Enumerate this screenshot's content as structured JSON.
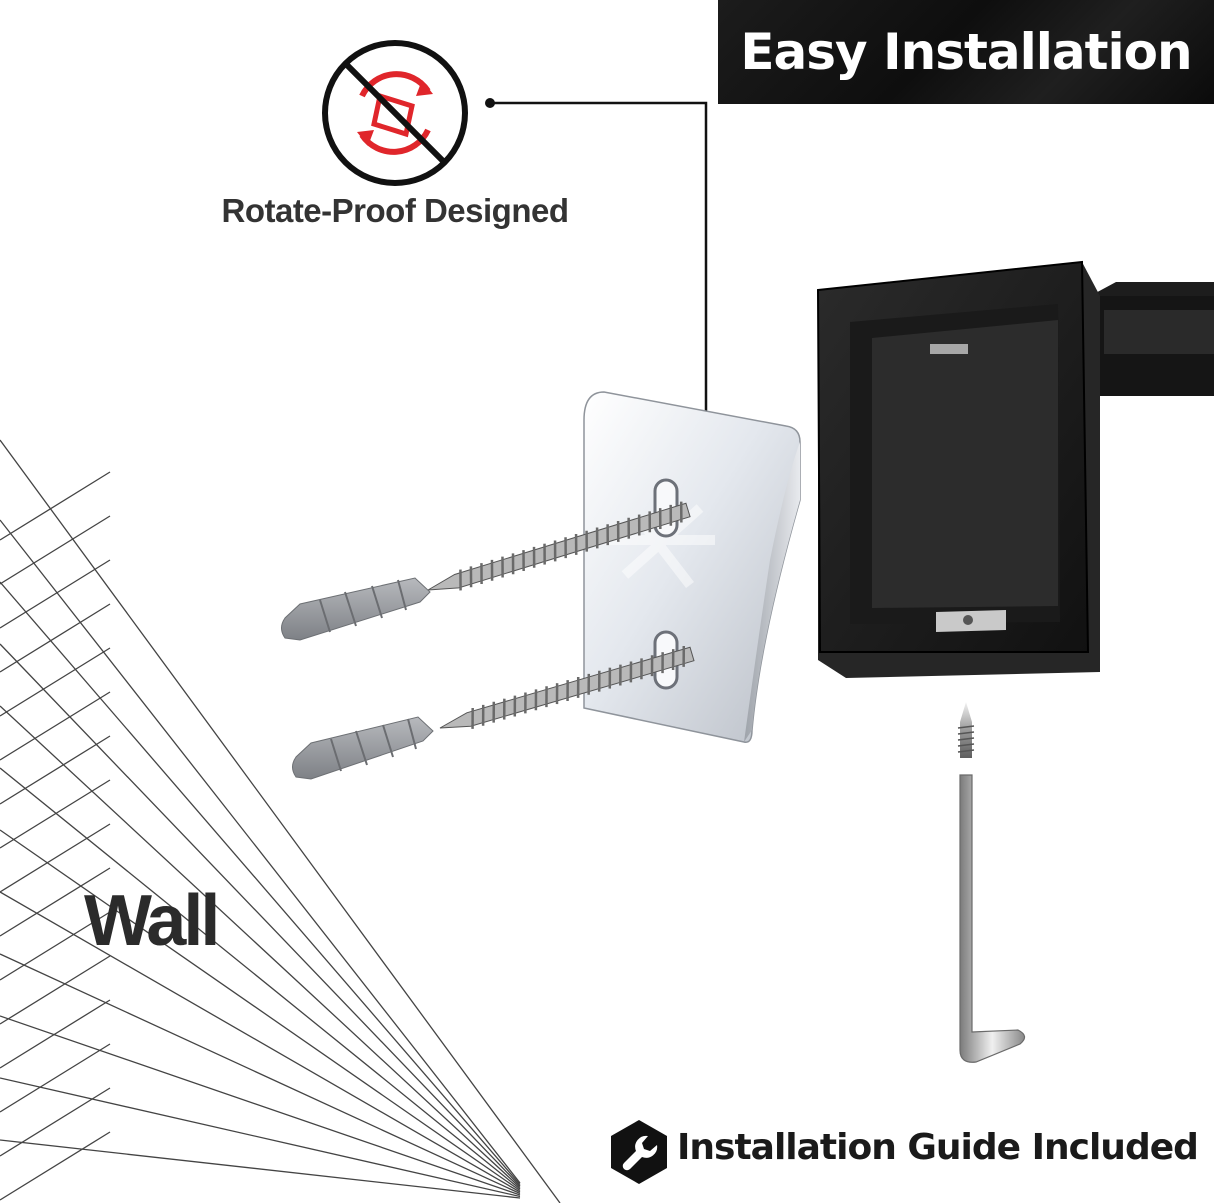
{
  "banner": {
    "title": "Easy Installation"
  },
  "features": {
    "rotate_proof_label": "Rotate-Proof Designed",
    "rotate_proof_icon": "no-rotate-icon"
  },
  "wall": {
    "label": "Wall"
  },
  "footer": {
    "guide_label": "Installation Guide Included",
    "guide_icon": "wrench-icon"
  },
  "colors": {
    "banner_bg": "#141414",
    "accent_red": "#e0262b",
    "text_dark": "#333333"
  }
}
